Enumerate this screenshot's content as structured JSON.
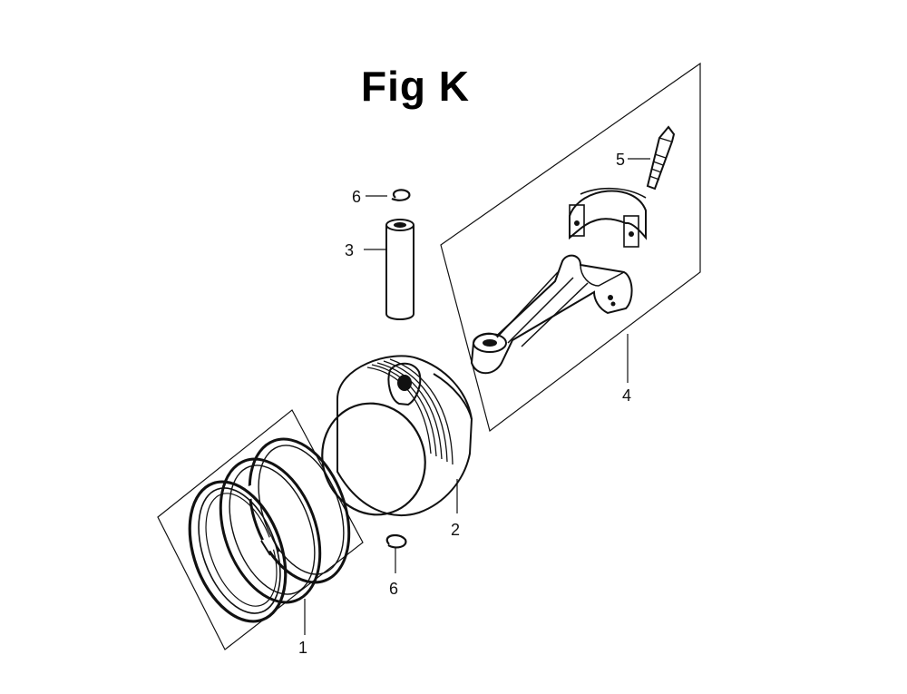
{
  "title": "Fig K",
  "callouts": {
    "piston_rings": "1",
    "piston": "2",
    "piston_pin": "3",
    "connecting_rod": "4",
    "rod_bolt": "5",
    "pin_clip_top": "6",
    "pin_clip_bottom": "6"
  }
}
